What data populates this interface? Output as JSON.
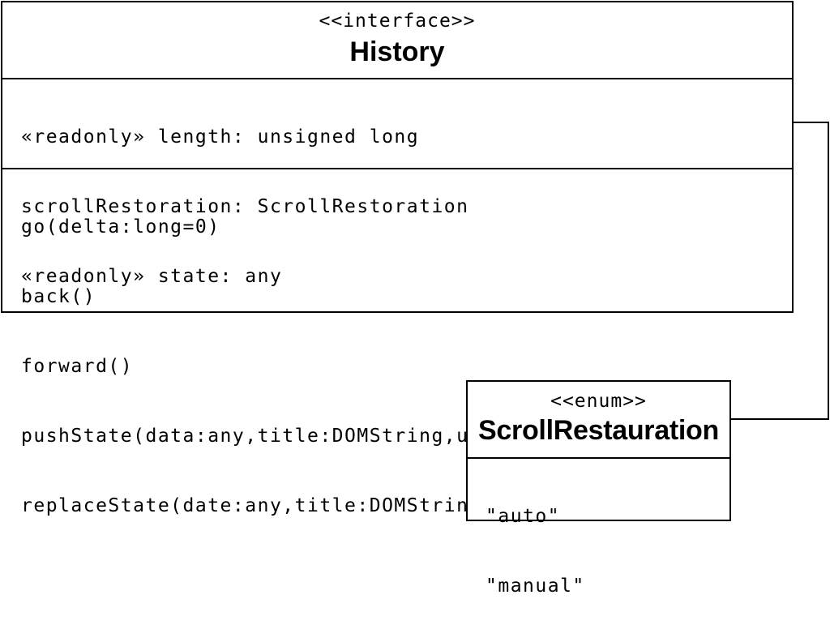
{
  "history": {
    "stereotype": "<<interface>>",
    "name": "History",
    "attributes": [
      "«readonly» length: unsigned long",
      "scrollRestoration: ScrollRestoration",
      "«readonly» state: any"
    ],
    "operations": [
      "go(delta:long=0)",
      "back()",
      "forward()",
      "pushState(data:any,title:DOMString,url:USVString=null)",
      "replaceState(date:any,title:DOMString,url:USVString=null)"
    ]
  },
  "scroll_enum": {
    "stereotype": "<<enum>>",
    "name": "ScrollRestauration",
    "literals": [
      "\"auto\"",
      "\"manual\""
    ]
  }
}
